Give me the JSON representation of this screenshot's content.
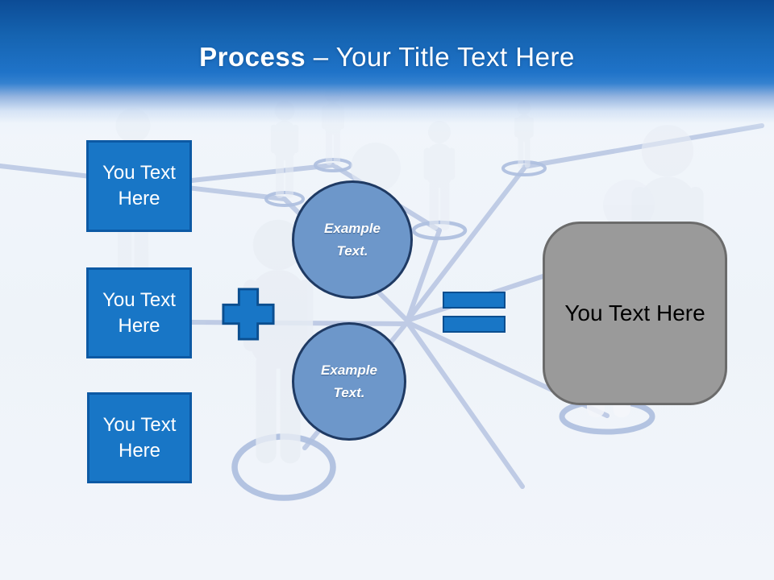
{
  "slide": {
    "header": {
      "title_bold": "Process",
      "title_rest": "– Your Title Text Here"
    },
    "left_boxes": [
      {
        "label": "You Text\nHere"
      },
      {
        "label": "You Text\nHere"
      },
      {
        "label": "You Text\nHere"
      }
    ],
    "circles": [
      {
        "label": "Example\nText."
      },
      {
        "label": "Example\nText."
      }
    ],
    "operators": {
      "plus": "plus-icon",
      "equals": "equals-icon"
    },
    "result_box": {
      "label": "You Text Here"
    }
  },
  "colors": {
    "header-top": "#0C4C96",
    "header-mid": "#1F73C8",
    "box-fill": "#1876C6",
    "box-border": "#0C59A4",
    "eq-border": "#0B4E8F",
    "circle-fill": "#6D97CA",
    "circle-border": "#1F3A63",
    "gray-fill": "#9A9A9A",
    "gray-border": "#6B6B6B",
    "line": "#B7C5E2",
    "ring": "#AFC0DF",
    "figure": "#E9EEF5",
    "title-text": "#FFFFFF",
    "result-text": "#000000"
  }
}
